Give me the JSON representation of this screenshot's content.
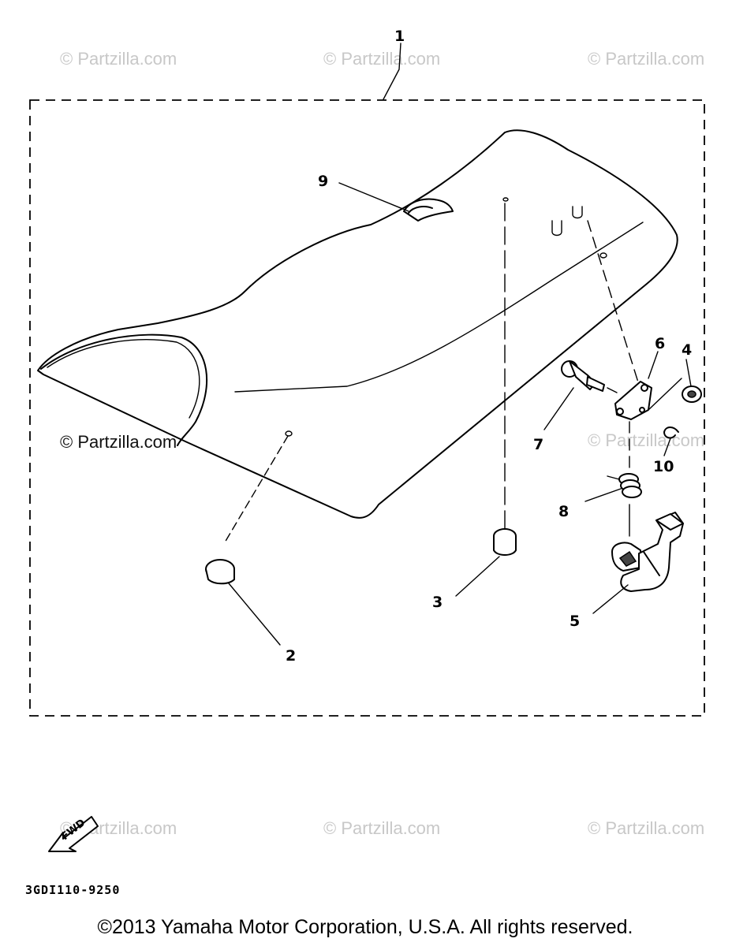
{
  "callouts": {
    "c1": "1",
    "c2": "2",
    "c3": "3",
    "c4": "4",
    "c5": "5",
    "c6": "6",
    "c7": "7",
    "c8": "8",
    "c9": "9",
    "c10": "10"
  },
  "watermark": "© Partzilla.com",
  "fwd_label": "FWD",
  "diagram_code": "3GDI110-9250",
  "copyright": "©2013 Yamaha Motor Corporation, U.S.A. All rights reserved."
}
